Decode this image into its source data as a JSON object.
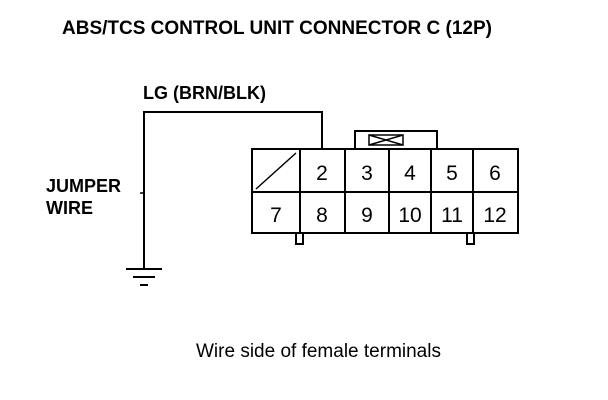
{
  "title": "ABS/TCS CONTROL UNIT CONNECTOR C (12P)",
  "wire_label": "LG (BRN/BLK)",
  "jumper_label": {
    "line1": "JUMPER",
    "line2": "WIRE"
  },
  "connector": {
    "top_row": [
      "",
      "2",
      "3",
      "4",
      "5",
      "6"
    ],
    "bottom_row": [
      "7",
      "8",
      "9",
      "10",
      "11",
      "12"
    ],
    "empty_cavity": "1"
  },
  "caption": "Wire side of female terminals",
  "icons": [
    "ground-symbol-icon",
    "lock-tab-icon",
    "blocked-cavity-icon"
  ]
}
